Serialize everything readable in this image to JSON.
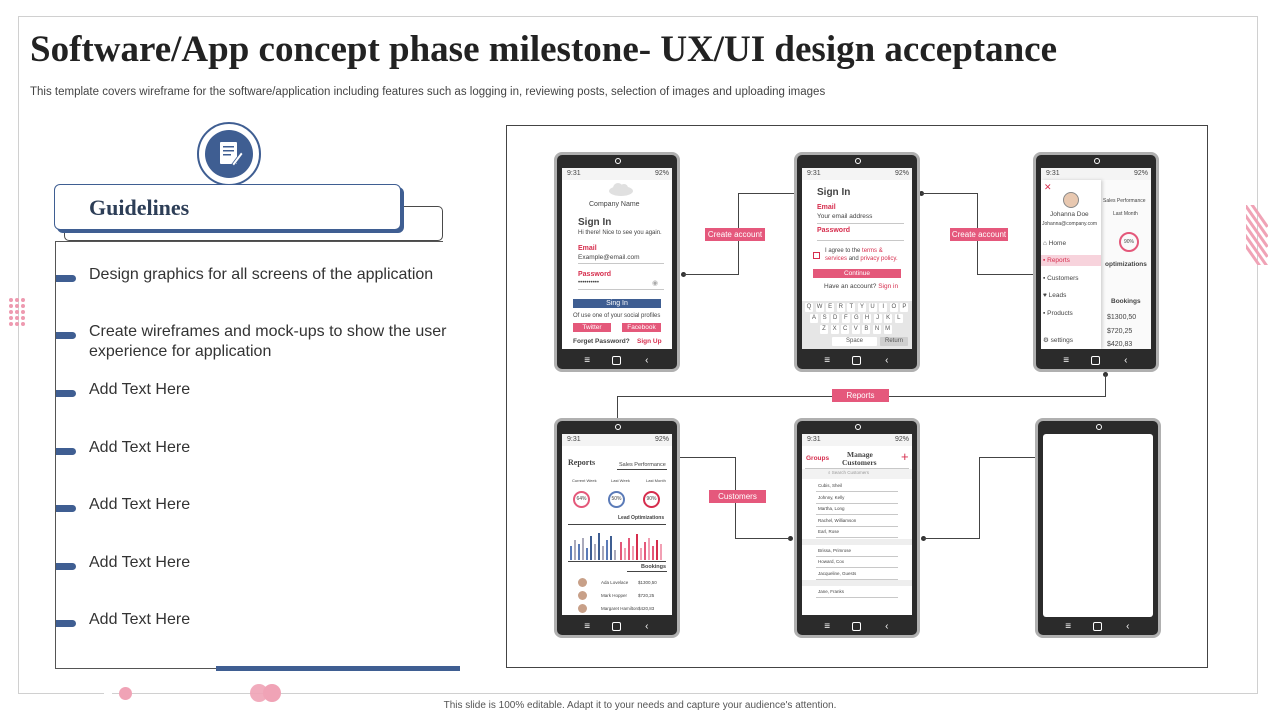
{
  "title": "Software/App concept phase milestone- UX/UI design acceptance",
  "subtitle": "This template covers wireframe for the software/application including features such as logging in, reviewing posts, selection of images and uploading images",
  "guidelines": {
    "heading": "Guidelines",
    "items": [
      "Design graphics for all screens of the application",
      "Create wireframes and mock-ups to show the user experience for application",
      "Add Text Here",
      "Add Text Here",
      "Add Text Here",
      "Add Text Here",
      "Add Text Here"
    ]
  },
  "connectors": {
    "create_account_1": "Create account",
    "create_account_2": "Create account",
    "reports": "Reports",
    "customers": "Customers"
  },
  "phone_status": {
    "time": "9:31",
    "battery": "92%"
  },
  "phone1": {
    "company": "Company Name",
    "sign_in": "Sign In",
    "greeting": "Hi there! Nice to see you again.",
    "email_label": "Email",
    "email_value": "Example@email.com",
    "password_label": "Password",
    "password_value": "••••••••••",
    "sign_in_button": "Sing In",
    "social_text": "Of use one of your social profiles",
    "twitter": "Twitter",
    "facebook": "Facebook",
    "forgot": "Forget Password?",
    "sign_up": "Sign Up"
  },
  "phone2": {
    "sign_in": "Sign In",
    "email_label": "Email",
    "email_value": "Your email address",
    "password_label": "Password",
    "agree_1": "I agree to the",
    "terms": "terms &",
    "services": "services",
    "and": "and",
    "privacy": "privacy policy.",
    "continue": "Continue",
    "have_account": "Have an account?",
    "sign_in_link": "Sign in",
    "keys_row1": [
      "Q",
      "W",
      "E",
      "R",
      "T",
      "Y",
      "U",
      "I",
      "O",
      "P"
    ],
    "keys_row2": [
      "A",
      "S",
      "D",
      "F",
      "G",
      "H",
      "J",
      "K",
      "L"
    ],
    "keys_row3": [
      "Z",
      "X",
      "C",
      "V",
      "B",
      "N",
      "M"
    ],
    "space": "Space",
    "return": "Return"
  },
  "phone3": {
    "close": "✕",
    "user": "Johanna Doe",
    "email": "Johanna@company.com",
    "menu": [
      "Home",
      "Reports",
      "Customers",
      "Leads",
      "Products",
      "settings"
    ],
    "sales_performance": "Sales Performance",
    "last_month": "Last Month",
    "ring_value": "90%",
    "optimizations": "optimizations",
    "bookings": "Bookings",
    "booking_values": [
      "$1300,50",
      "$720,25",
      "$420,83"
    ]
  },
  "phone4": {
    "reports": "Reports",
    "sales_performance": "Sales Performance",
    "periods": [
      "Current Week",
      "Last Week",
      "Last Month"
    ],
    "rings": [
      "64%",
      "50%",
      "90%"
    ],
    "lead_opt": "Lead Optimizations",
    "bookings": "Bookings",
    "people": [
      {
        "name": "Ada Lovelace",
        "value": "$1300,50"
      },
      {
        "name": "Mark Hopper",
        "value": "$720,25"
      },
      {
        "name": "Margaret Hamilton",
        "value": "$420,83"
      }
    ]
  },
  "phone5": {
    "groups": "Groups",
    "manage": "Manage",
    "customers": "Customers",
    "plus": "+",
    "search": "Search Customers",
    "list_a": [
      "Cubis, Sheil",
      "Johnny, Kelly",
      "Martha, Long",
      "Rachel, Williamson",
      "Earl, Rose"
    ],
    "list_b": [
      "Brissa, Primrose",
      "Howard, Cox",
      "Jacqueline, Guests"
    ],
    "list_c": [
      "Jane, Franks"
    ]
  },
  "footer": "This slide is 100% editable. Adapt it to your needs and capture your audience's attention.",
  "colors": {
    "accent_blue": "#3f5e92",
    "accent_pink": "#e5587c"
  }
}
